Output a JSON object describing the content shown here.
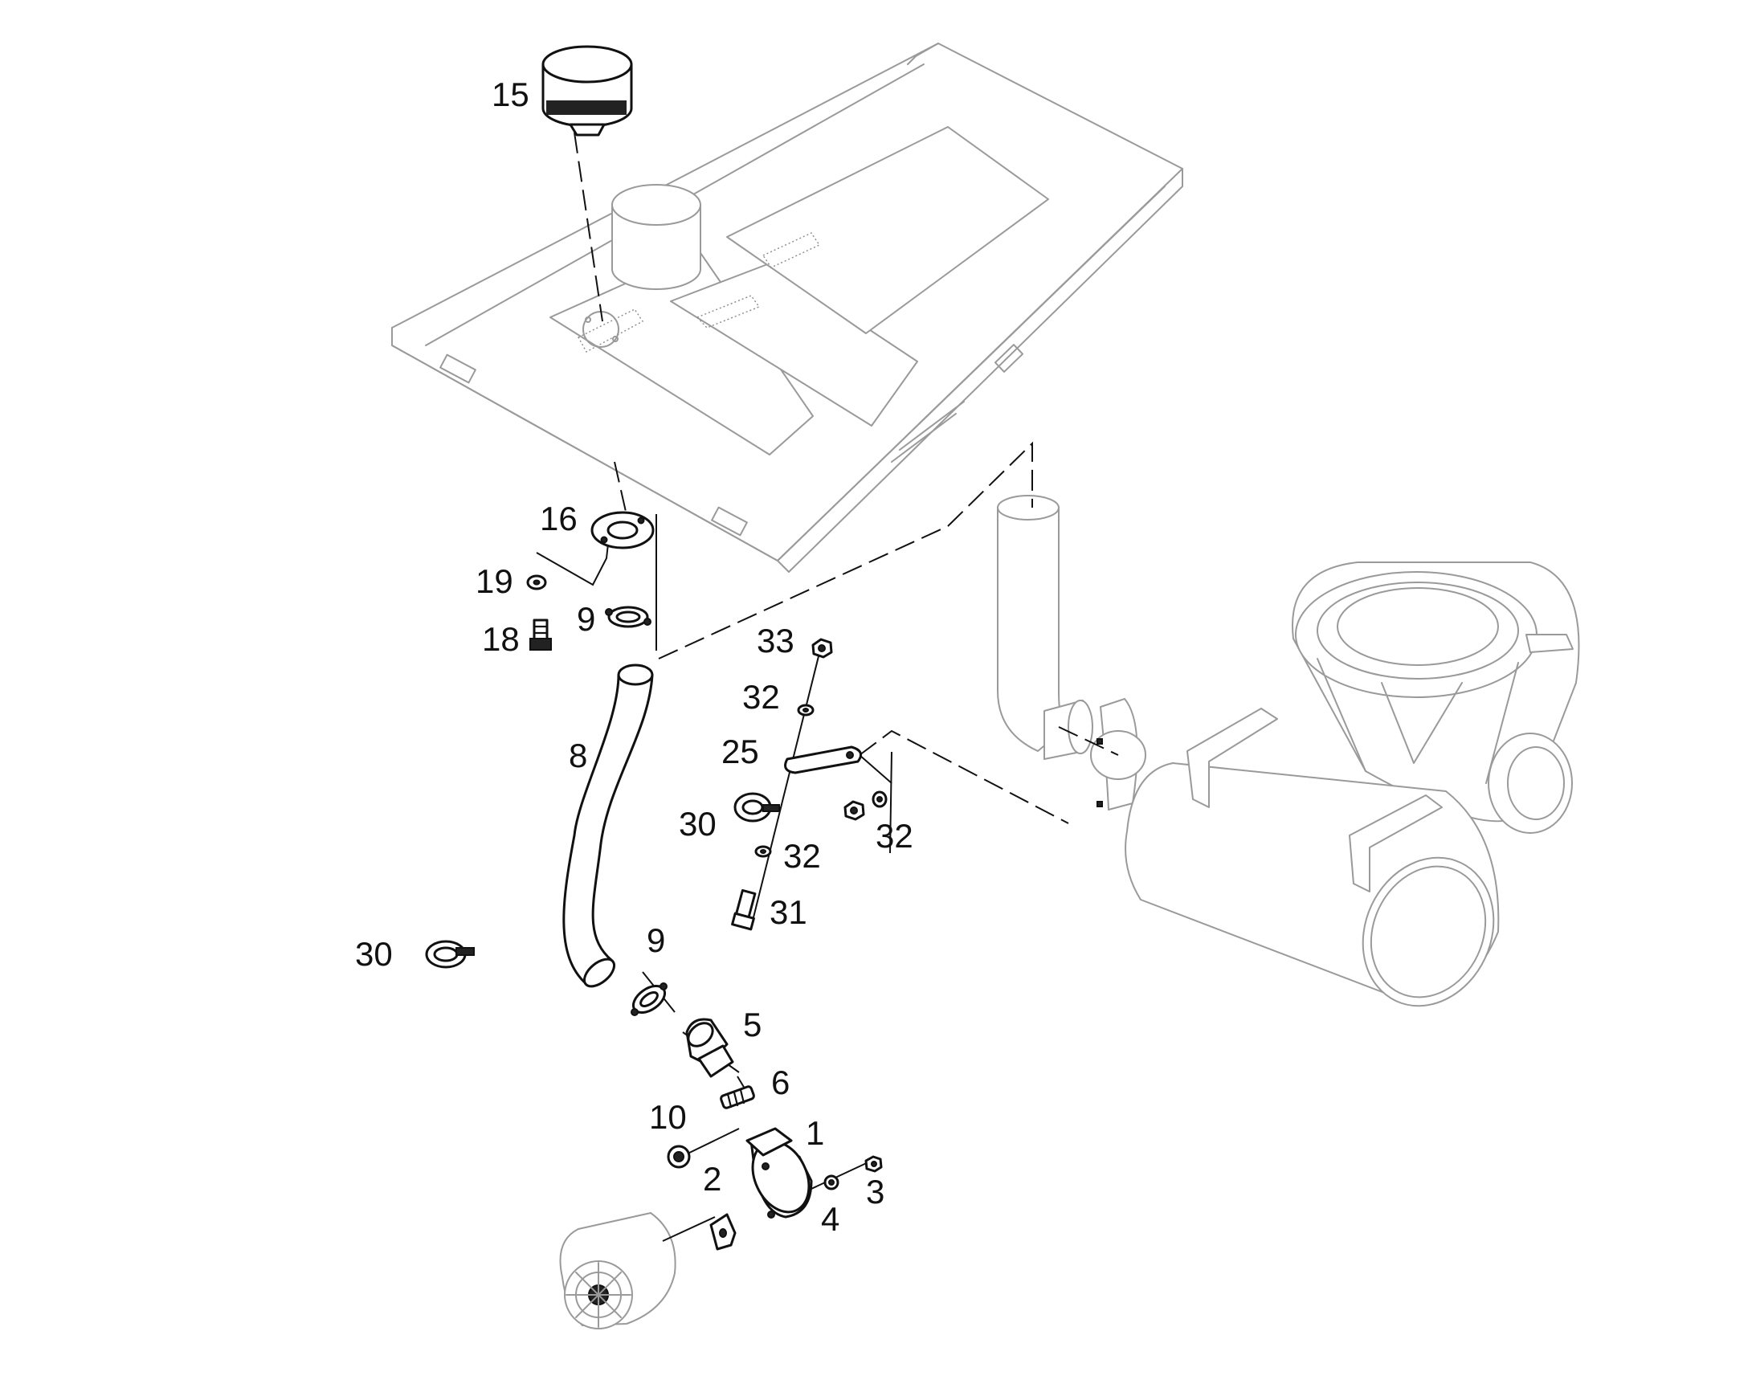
{
  "callouts": [
    {
      "id": "c15",
      "text": "15"
    },
    {
      "id": "c16",
      "text": "16"
    },
    {
      "id": "c19",
      "text": "19"
    },
    {
      "id": "c9a",
      "text": "9"
    },
    {
      "id": "c18",
      "text": "18"
    },
    {
      "id": "c33",
      "text": "33"
    },
    {
      "id": "c32a",
      "text": "32"
    },
    {
      "id": "c25",
      "text": "25"
    },
    {
      "id": "c8",
      "text": "8"
    },
    {
      "id": "c30a",
      "text": "30"
    },
    {
      "id": "c32b",
      "text": "32"
    },
    {
      "id": "c32c",
      "text": "32"
    },
    {
      "id": "c31",
      "text": "31"
    },
    {
      "id": "c30b",
      "text": "30"
    },
    {
      "id": "c9b",
      "text": "9"
    },
    {
      "id": "c5",
      "text": "5"
    },
    {
      "id": "c6",
      "text": "6"
    },
    {
      "id": "c10",
      "text": "10"
    },
    {
      "id": "c1",
      "text": "1"
    },
    {
      "id": "c2",
      "text": "2"
    },
    {
      "id": "c3",
      "text": "3"
    },
    {
      "id": "c4",
      "text": "4"
    }
  ],
  "colors": {
    "part_stroke": "#111111",
    "context_stroke": "#9a9a9a",
    "background": "#ffffff"
  }
}
